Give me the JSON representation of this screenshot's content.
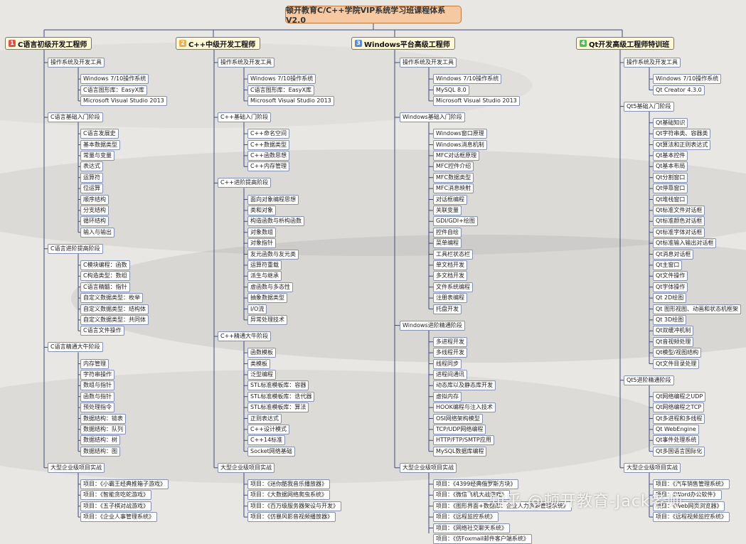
{
  "title": "顿开教育C/C++学院VIP系统学习班课程体系V2.0",
  "watermark": "知乎 @顿开教育-Jack老师",
  "colors": {
    "root_bg": "#f7c9a2",
    "branch_bg": "#fff8d6",
    "line": "#3f4a7a",
    "num1": "#d9534f",
    "num2": "#f0ad4e",
    "num3": "#5b8ad8",
    "num4": "#5cb85c"
  },
  "branches": [
    {
      "num": "1",
      "label": "C语言初级开发工程师",
      "groups": [
        {
          "label": "操作系统及开发工具",
          "items": [
            "Windows 7/10操作系统",
            "C语言图形库：EasyX库",
            "Microsoft Visual Studio 2013"
          ]
        },
        {
          "label": "C语言基础入门阶段",
          "items": [
            "C语言发展史",
            "基本数据类型",
            "常量与变量",
            "表达式",
            "运算符",
            "位运算",
            "顺序结构",
            "分支结构",
            "循环结构",
            "输入与输出"
          ]
        },
        {
          "label": "C语言进阶提高阶段",
          "items": [
            "C模块编程：函数",
            "C构造类型：数组",
            "C语言精髓：指针",
            "自定义数据类型：枚举",
            "自定义数据类型：结构体",
            "自定义数据类型：共同体",
            "C语言文件操作"
          ]
        },
        {
          "label": "C语言精通大牛阶段",
          "items": [
            "内存管理",
            "字符串操作",
            "数组与指针",
            "函数与指针",
            "预处理指令",
            "数据结构：链表",
            "数据结构：队列",
            "数据结构：树",
            "数据结构：图"
          ]
        },
        {
          "label": "大型企业级项目实战",
          "items": [
            "项目：《小霸王经典推箱子游戏》",
            "项目：《智能贪吃蛇游戏》",
            "项目：《五子棋对战游戏》",
            "项目：《企业人事管理系统》"
          ]
        }
      ]
    },
    {
      "num": "2",
      "label": "C++中级开发工程师",
      "groups": [
        {
          "label": "操作系统及开发工具",
          "items": [
            "Windows 7/10操作系统",
            "C语言图形库：EasyX库",
            "Microsoft Visual Studio 2013"
          ]
        },
        {
          "label": "C++基础入门阶段",
          "items": [
            "C++命名空间",
            "C++数据类型",
            "C++函数思想",
            "C++内存管理"
          ]
        },
        {
          "label": "C++进阶提高阶段",
          "items": [
            "面向对象编程思想",
            "类和对象",
            "构造函数与析构函数",
            "对象数组",
            "对象指针",
            "友元函数与友元类",
            "运算符重载",
            "派生与继承",
            "虚函数与多态性",
            "抽象数据类型",
            "I/O流",
            "异常处理技术"
          ]
        },
        {
          "label": "C++精通大牛阶段",
          "items": [
            "函数模板",
            "类模板",
            "泛型编程",
            "STL标准模板库：容器",
            "STL标准模板库：迭代器",
            "STL标准模板库：算法",
            "正则表达式",
            "C++设计模式",
            "C++14标准",
            "Socket网络基础"
          ]
        },
        {
          "label": "大型企业级项目实战",
          "items": [
            "项目：《迷你酷我音乐播放器》",
            "项目：《大数据网络爬虫系统》",
            "项目：《百万级服务器架设与开发》",
            "项目：《仿暴风影音视频播放器》"
          ]
        }
      ]
    },
    {
      "num": "3",
      "label": "Windows平台高级工程师",
      "groups": [
        {
          "label": "操作系统及开发工具",
          "items": [
            "Windows 7/10操作系统",
            "MySQL 8.0",
            "Microsoft Visual Studio 2013"
          ]
        },
        {
          "label": "Windows基础入门阶段",
          "items": [
            "Windows窗口原理",
            "Windows消息机制",
            "MFC对话框原理",
            "MFC控件介绍",
            "MFC数据类型",
            "MFC消息映射",
            "对话框编程",
            "关联变量",
            "GDI/GDI+绘图",
            "控件自绘",
            "菜单编程",
            "工具栏状态栏",
            "单文档开发",
            "多文档开发",
            "文件系统编程",
            "注册表编程",
            "托盘开发"
          ]
        },
        {
          "label": "Windows进阶精通阶段",
          "items": [
            "多进程开发",
            "多线程开发",
            "线程同步",
            "进程间通讯",
            "动态库以及静态库开发",
            "虚拟内存",
            "HOOK编程与注入技术",
            "OSI网络架构模型",
            "TCP/UDP网络编程",
            "HTTP/FTP/SMTP应用",
            "MySQL数据库编程"
          ]
        },
        {
          "label": "大型企业级项目实战",
          "items": [
            "项目：《4399经典俄罗斯方块》",
            "项目：《微信飞机大战游戏》",
            "项目：《图形界面+数据库：企业人力资源管理系统》",
            "项目：《远程监控系统》",
            "项目：《网络社交聊天系统》",
            "项目：《仿Foxmail邮件客户端系统》"
          ]
        }
      ]
    },
    {
      "num": "4",
      "label": "Qt开发高级工程师特训班",
      "groups": [
        {
          "label": "操作系统及开发工具",
          "items": [
            "Windows 7/10操作系统",
            "Qt Creator 4.3.0"
          ]
        },
        {
          "label": "Qt5基础入门阶段",
          "items": [
            "Qt基础知识",
            "Qt字符串类、容器类",
            "Qt算法和正则表达式",
            "Qt基本控件",
            "Qt基本布局",
            "Qt分割窗口",
            "Qt停靠窗口",
            "Qt堆栈窗口",
            "Qt标准文件对话框",
            "Qt标准颜色对话框",
            "Qt标准字体对话框",
            "Qt标准输入输出对话框",
            "Qt消息对话框",
            "Qt主窗口",
            "Qt文件操作",
            "Qt字体操作",
            "Qt 2D绘图",
            "Qt 图形视图、动画和状态机框架",
            "Qt 3D绘图",
            "Qt双缓冲机制",
            "Qt音视频处理",
            "Qt模型/视图结构",
            "Qt文件目录处理"
          ]
        },
        {
          "label": "Qt5进阶精通阶段",
          "items": [
            "Qt网络编程之UDP",
            "Qt网络编程之TCP",
            "Qt多进程和多线程",
            "Qt WebEngine",
            "Qt事件处理系统",
            "Qt多国语言国际化"
          ]
        },
        {
          "label": "大型企业级项目实战",
          "items": [
            "项目：《汽车销售管理系统》",
            "项目：《Word办公软件》",
            "项目：《Web网页浏览器》",
            "项目：《远程视频监控系统》"
          ]
        }
      ]
    }
  ]
}
